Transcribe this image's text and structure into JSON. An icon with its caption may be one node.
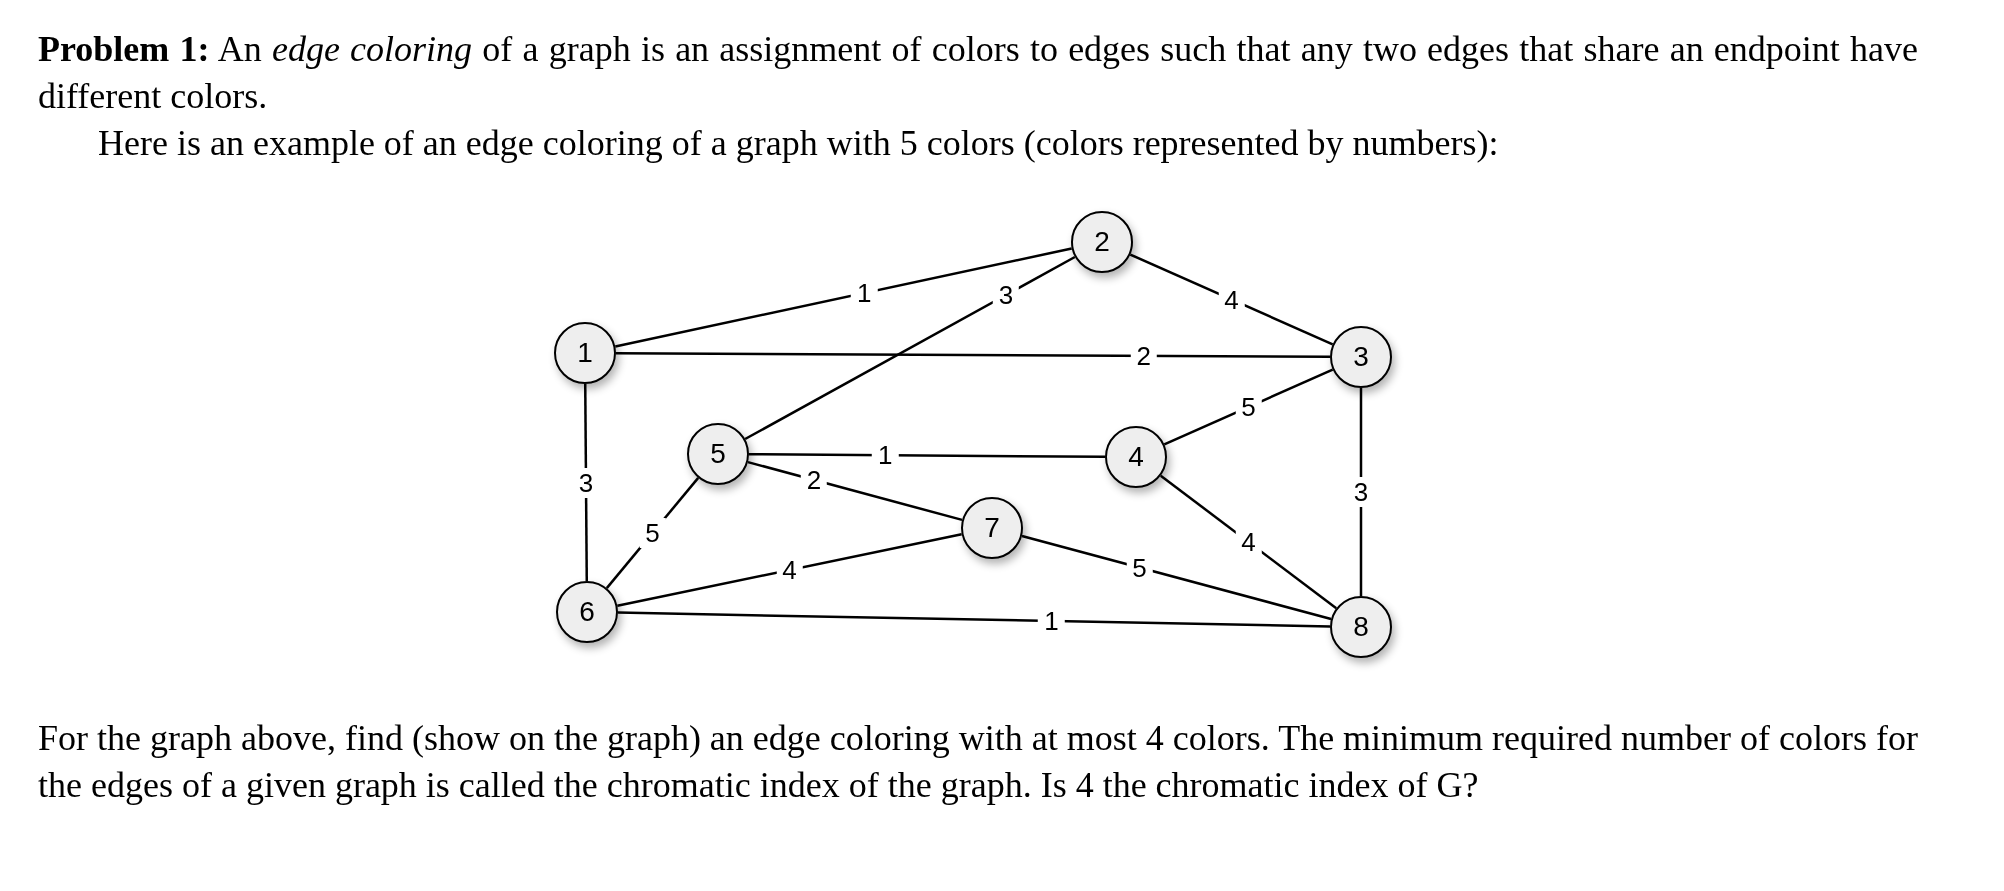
{
  "diagram": {
    "nodes": [
      {
        "text": [
          "1"
        ]
      },
      {
        "text": [
          "2"
        ]
      },
      {
        "text": [
          "3"
        ]
      },
      {
        "text": [
          "4"
        ]
      },
      {
        "text": [
          "5"
        ]
      },
      {
        "text": [
          "6"
        ]
      },
      {
        "text": [
          "7"
        ]
      },
      {
        "text": [
          "8"
        ]
      }
    ],
    "edges": [
      {
        "from": 0,
        "to": 1,
        "arrow": "none",
        "label": "1"
      },
      {
        "from": 4,
        "to": 1,
        "arrow": "none",
        "label": "3"
      },
      {
        "from": 1,
        "to": 2,
        "arrow": "none",
        "label": "4"
      },
      {
        "from": 0,
        "to": 2,
        "arrow": "none",
        "label": "2"
      },
      {
        "from": 0,
        "to": 5,
        "arrow": "none",
        "label": "3"
      },
      {
        "from": 3,
        "to": 2,
        "arrow": "none",
        "label": "5"
      },
      {
        "from": 4,
        "to": 3,
        "arrow": "none",
        "label": "1"
      },
      {
        "from": 2,
        "to": 7,
        "arrow": "none",
        "label": "3"
      },
      {
        "from": 4,
        "to": 6,
        "arrow": "none",
        "label": "2"
      },
      {
        "from": 5,
        "to": 4,
        "arrow": "none",
        "label": "5"
      },
      {
        "from": 3,
        "to": 7,
        "arrow": "none",
        "label": "4"
      },
      {
        "from": 5,
        "to": 6,
        "arrow": "none",
        "label": "4"
      },
      {
        "from": 6,
        "to": 7,
        "arrow": "none",
        "label": "5"
      },
      {
        "from": 5,
        "to": 7,
        "arrow": "none",
        "label": "1"
      }
    ],
    "labels": [
      "**Problem 1:** An *edge coloring* of a graph is an assignment of colors to edges such that any two edges that share an endpoint have different colors.",
      "Here is an example of an edge coloring of a graph with 5 colors (colors represented by numbers):",
      "For the graph above, find (show on the graph) an edge coloring with at most 4 colors. The minimum required number of colors for the edges of a given graph is called the chromatic index of the graph. Is 4 the chromatic index of G?"
    ]
  }
}
